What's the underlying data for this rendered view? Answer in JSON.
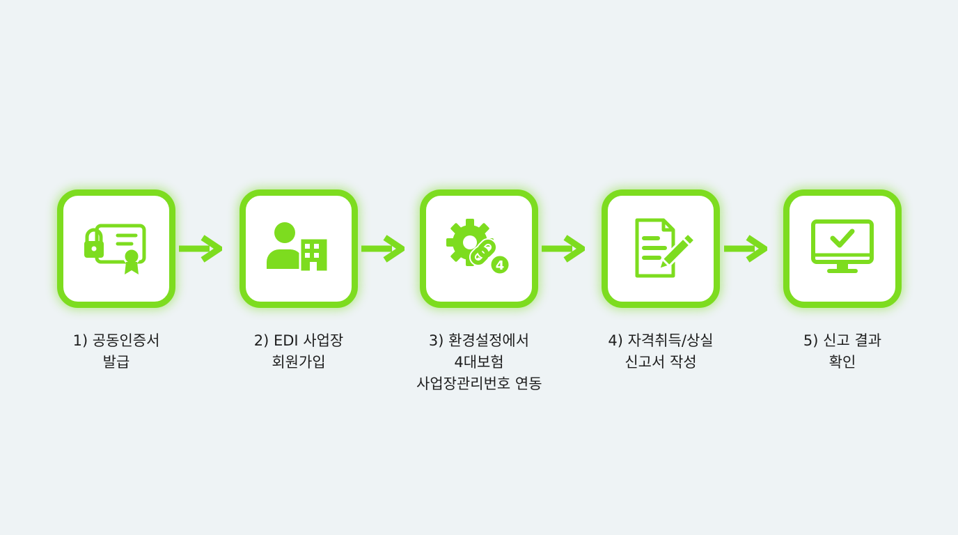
{
  "colors": {
    "accent": "#7ddc1f",
    "background": "#eef3f5",
    "text": "#1d1d1d"
  },
  "steps": [
    {
      "icon": "certificate-lock-icon",
      "lines": [
        "1) 공동인증서",
        "발급"
      ]
    },
    {
      "icon": "user-building-icon",
      "lines": [
        "2) EDI 사업장",
        "회원가입"
      ]
    },
    {
      "icon": "gear-link-icon",
      "badge": "4",
      "lines": [
        "3) 환경설정에서",
        "4대보험",
        "사업장관리번호 연동"
      ]
    },
    {
      "icon": "document-pen-icon",
      "lines": [
        "4) 자격취득/상실",
        "신고서 작성"
      ]
    },
    {
      "icon": "monitor-check-icon",
      "lines": [
        "5) 신고 결과",
        "확인"
      ]
    }
  ]
}
